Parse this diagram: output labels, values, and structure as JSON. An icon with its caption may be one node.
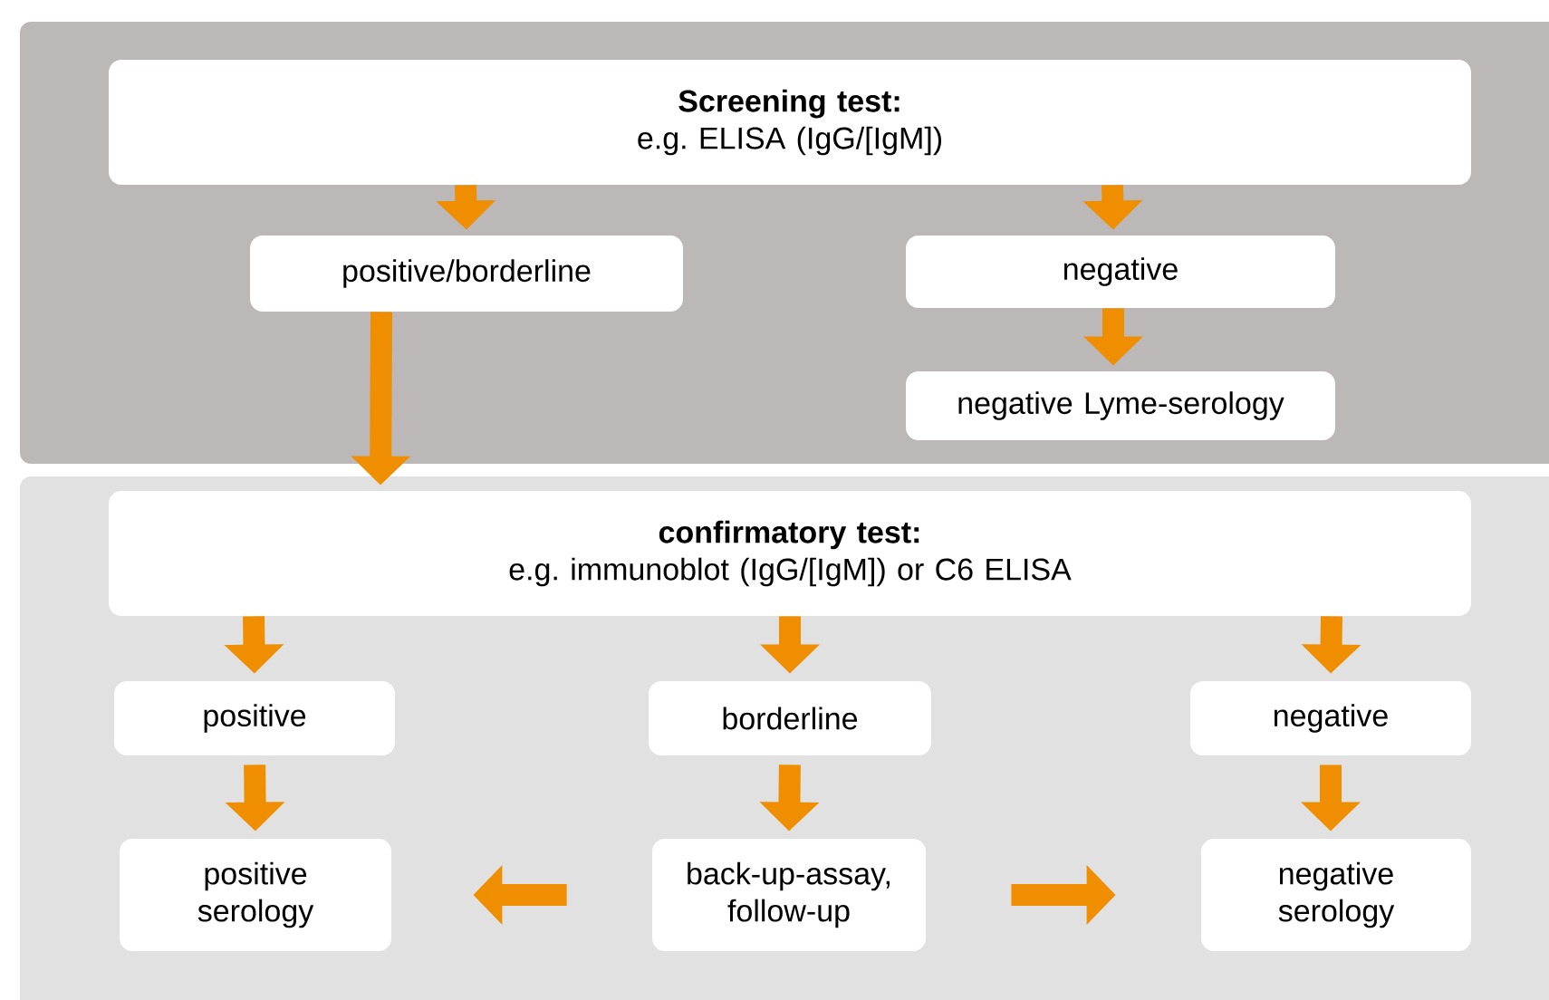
{
  "diagram": {
    "nodes": [
      {
        "text": [
          "Screening test:",
          "e.g. ELISA (IgG/[IgM])"
        ]
      },
      {
        "text": [
          "positive/borderline"
        ]
      },
      {
        "text": [
          "negative"
        ]
      },
      {
        "text": [
          "negative Lyme-serology"
        ]
      },
      {
        "text": [
          "confirmatory test:",
          "e.g. immunoblot (IgG/[IgM]) or C6 ELISA"
        ]
      },
      {
        "text": [
          "positive"
        ]
      },
      {
        "text": [
          "borderline"
        ]
      },
      {
        "text": [
          "negative"
        ]
      },
      {
        "text": [
          "positive serology"
        ]
      },
      {
        "text": [
          "back-up-assay, follow-up"
        ]
      },
      {
        "text": [
          "negative serology"
        ]
      }
    ],
    "edges": [
      {
        "from": 0,
        "to": 1,
        "arrow": "to"
      },
      {
        "from": 0,
        "to": 2,
        "arrow": "to"
      },
      {
        "from": 2,
        "to": 3,
        "arrow": "to"
      },
      {
        "from": 1,
        "to": 4,
        "arrow": "to"
      },
      {
        "from": 4,
        "to": 5,
        "arrow": "to"
      },
      {
        "from": 4,
        "to": 6,
        "arrow": "to"
      },
      {
        "from": 4,
        "to": 7,
        "arrow": "to"
      },
      {
        "from": 5,
        "to": 8,
        "arrow": "to"
      },
      {
        "from": 6,
        "to": 9,
        "arrow": "to"
      },
      {
        "from": 7,
        "to": 10,
        "arrow": "to"
      },
      {
        "from": 9,
        "to": 8,
        "arrow": "to"
      },
      {
        "from": 9,
        "to": 10,
        "arrow": "to"
      }
    ]
  }
}
